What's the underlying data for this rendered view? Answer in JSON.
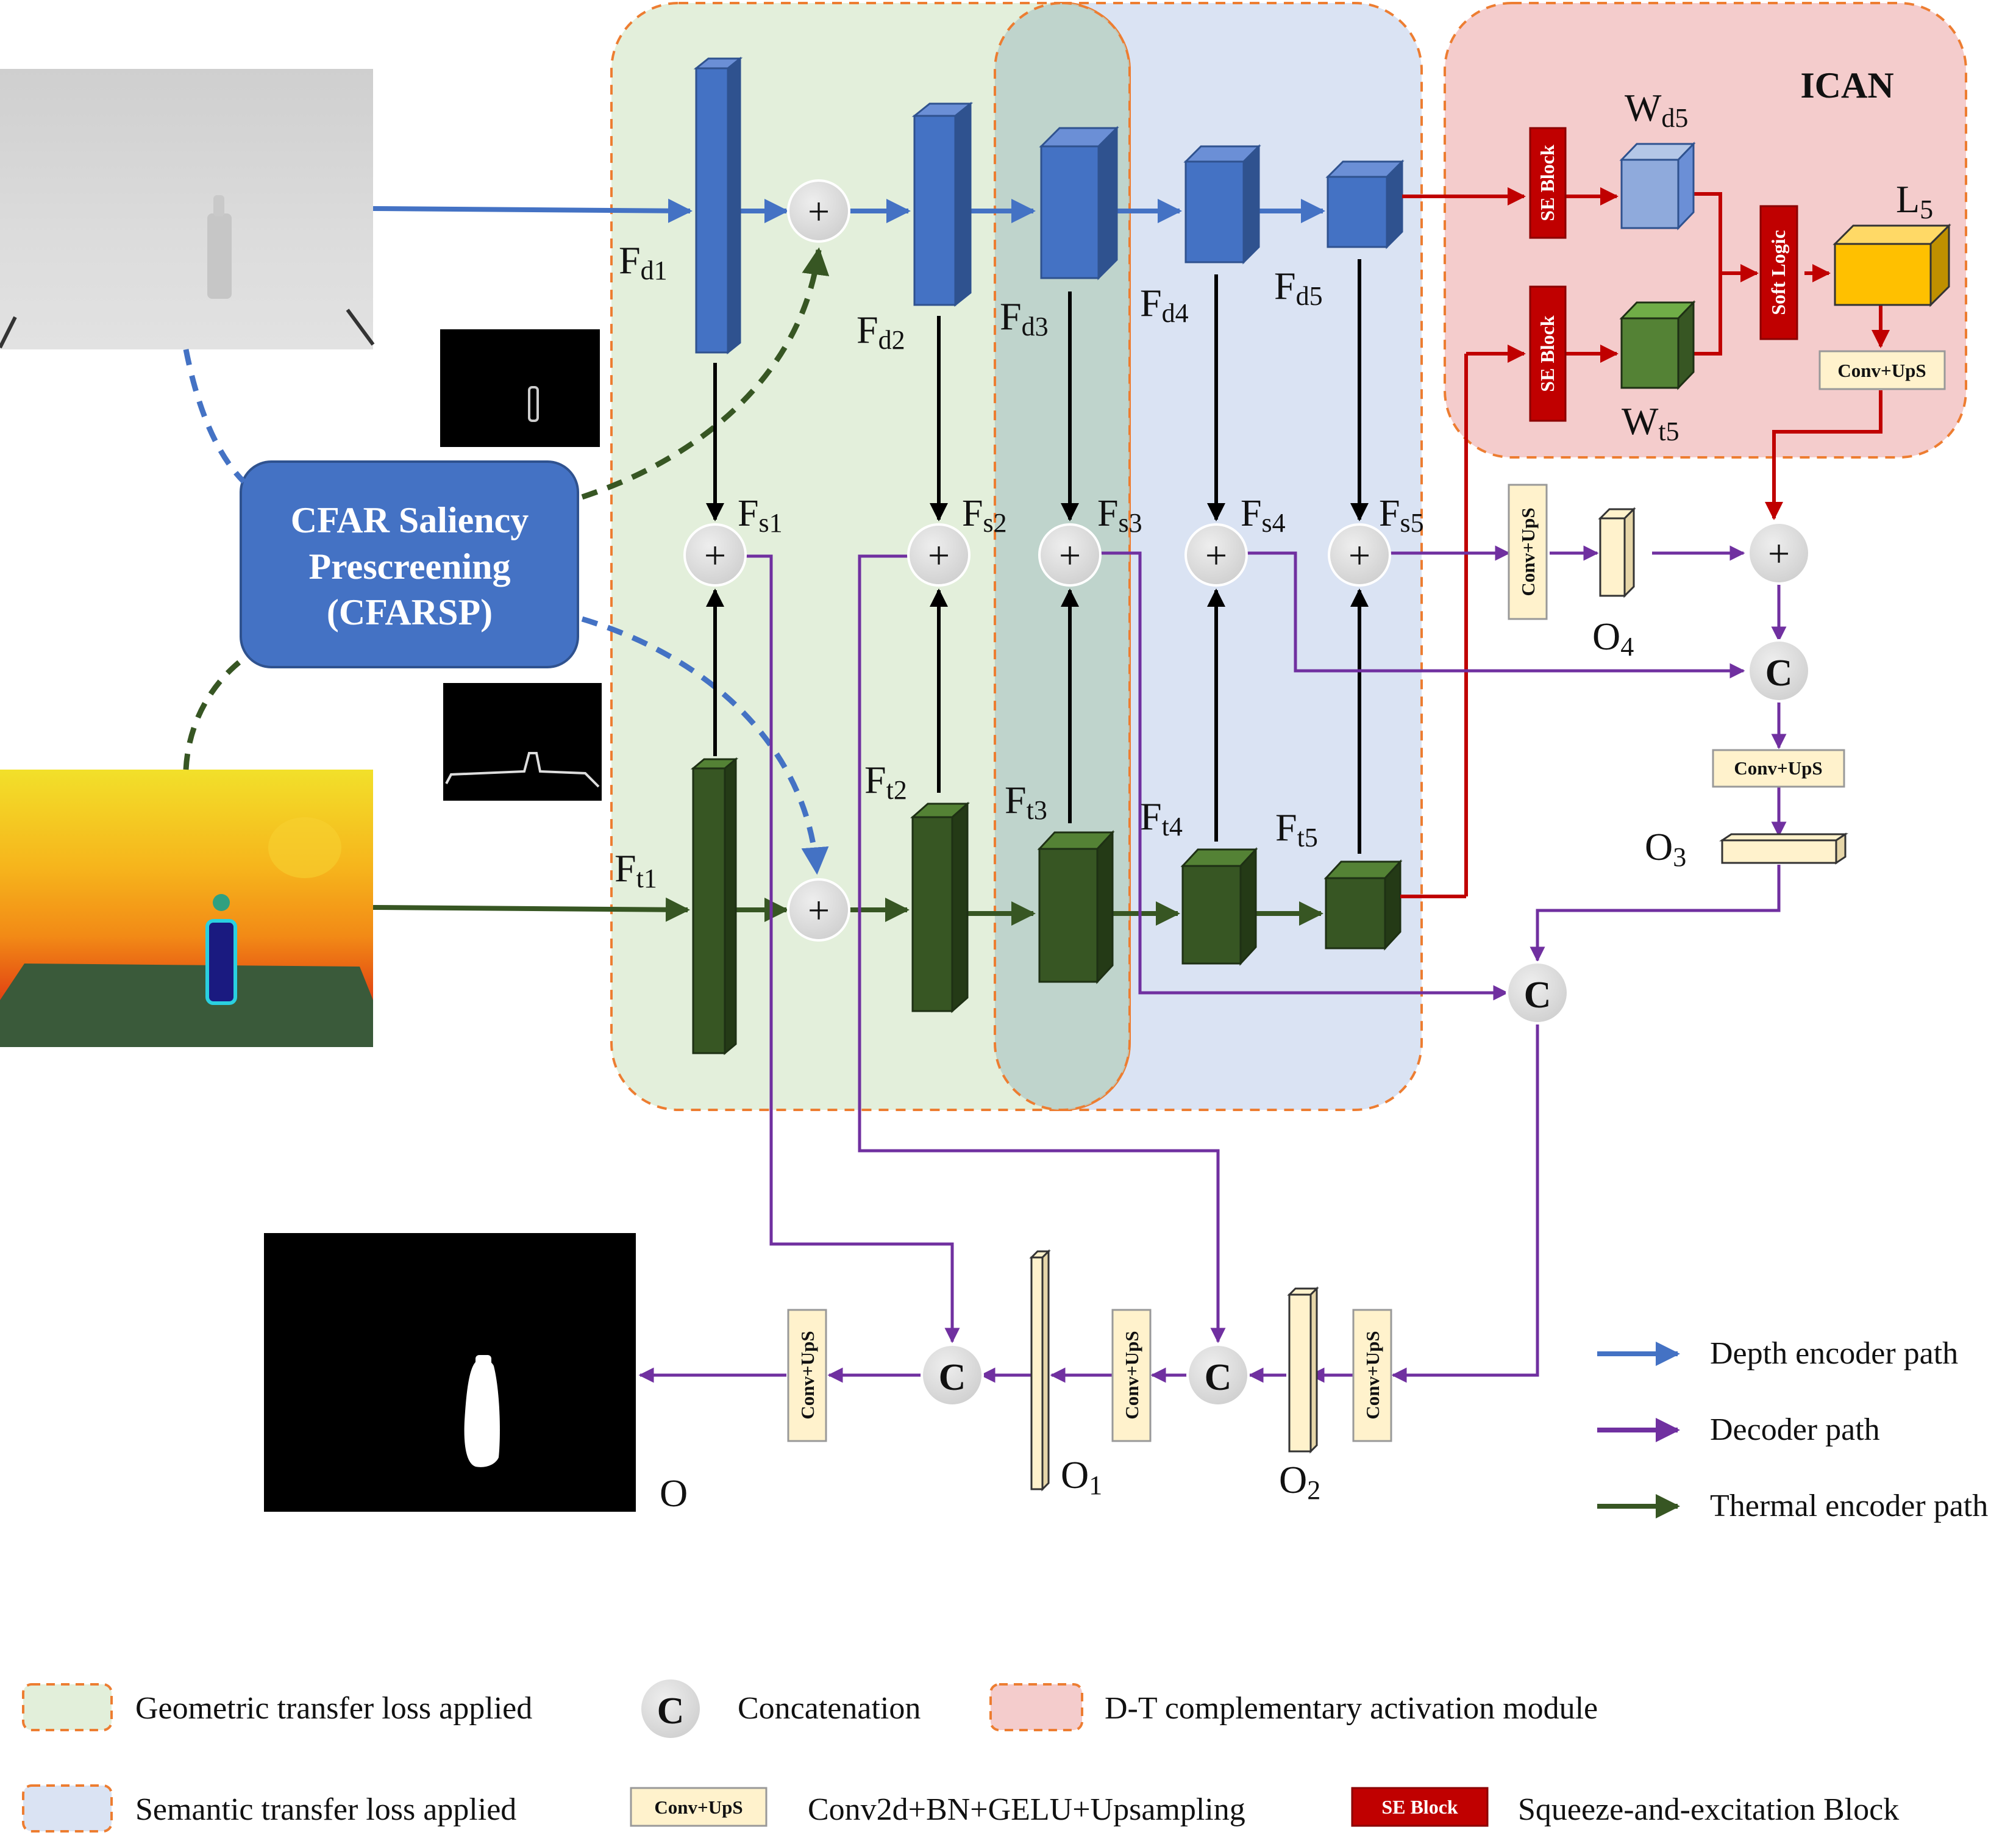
{
  "module": {
    "cfarsp_line1": "CFAR Saliency",
    "cfarsp_line2": "Prescreening",
    "cfarsp_line3": "(CFARSP)",
    "ican_title": "ICAN"
  },
  "features": {
    "fd1": "Fd1",
    "fd2": "Fd2",
    "fd3": "Fd3",
    "fd4": "Fd4",
    "fd5": "Fd5",
    "fs1": "Fs1",
    "fs2": "Fs2",
    "fs3": "Fs3",
    "fs4": "Fs4",
    "fs5": "Fs5",
    "ft1": "Ft1",
    "ft2": "Ft2",
    "ft3": "Ft3",
    "ft4": "Ft4",
    "ft5": "Ft5",
    "wd5": "Wd5",
    "wt5": "Wt5",
    "l5": "L5"
  },
  "blocks": {
    "se_block": "SE Block",
    "soft_logic": "Soft Logic",
    "conv_ups": "Conv+UpS"
  },
  "symbols": {
    "plus": "+",
    "concat": "C"
  },
  "outputs": {
    "o": "O",
    "o1": "O1",
    "o2": "O2",
    "o3": "O3",
    "o4": "O4"
  },
  "legend_paths": {
    "depth": "Depth encoder path",
    "decoder": "Decoder path",
    "thermal": "Thermal encoder path"
  },
  "legend_bottom": {
    "geometric": "Geometric transfer loss applied",
    "semantic": "Semantic transfer loss applied",
    "concat": "Concatenation",
    "dt_module": "D-T complementary activation module",
    "conv_desc": "Conv2d+BN+GELU+Upsampling",
    "se_desc": "Squeeze-and-excitation Block"
  },
  "colors": {
    "depth_blue": "#4472c4",
    "thermal_green": "#375623",
    "decoder_purple": "#7030a0",
    "ican_red": "#c00000",
    "green_region": "#e2efda",
    "blue_region": "#dae3f3",
    "red_region": "#f4cccc",
    "dash_orange": "#ed7d31",
    "conv_fill": "#fff2cc",
    "l5_gold": "#ffc000"
  }
}
